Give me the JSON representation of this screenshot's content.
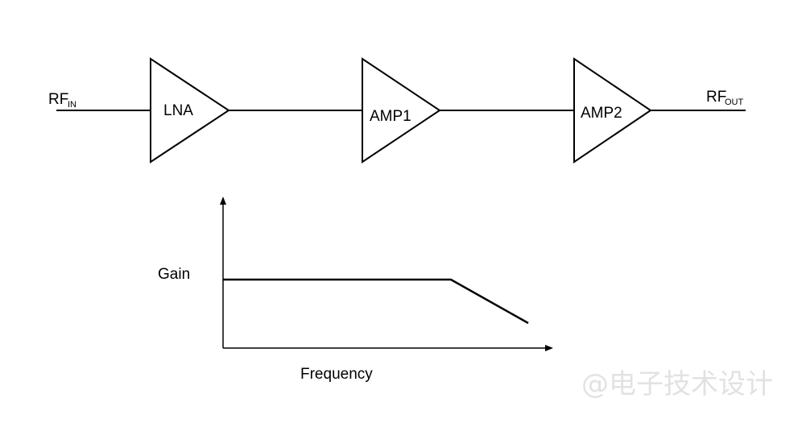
{
  "signal_chain": {
    "input_label": {
      "main": "RF",
      "sub": "IN"
    },
    "output_label": {
      "main": "RF",
      "sub": "OUT"
    },
    "stages": [
      {
        "label": "LNA"
      },
      {
        "label": "AMP1"
      },
      {
        "label": "AMP2"
      }
    ]
  },
  "response_plot": {
    "y_axis_label": "Gain",
    "x_axis_label": "Frequency"
  },
  "watermark": "@电子技术设计"
}
